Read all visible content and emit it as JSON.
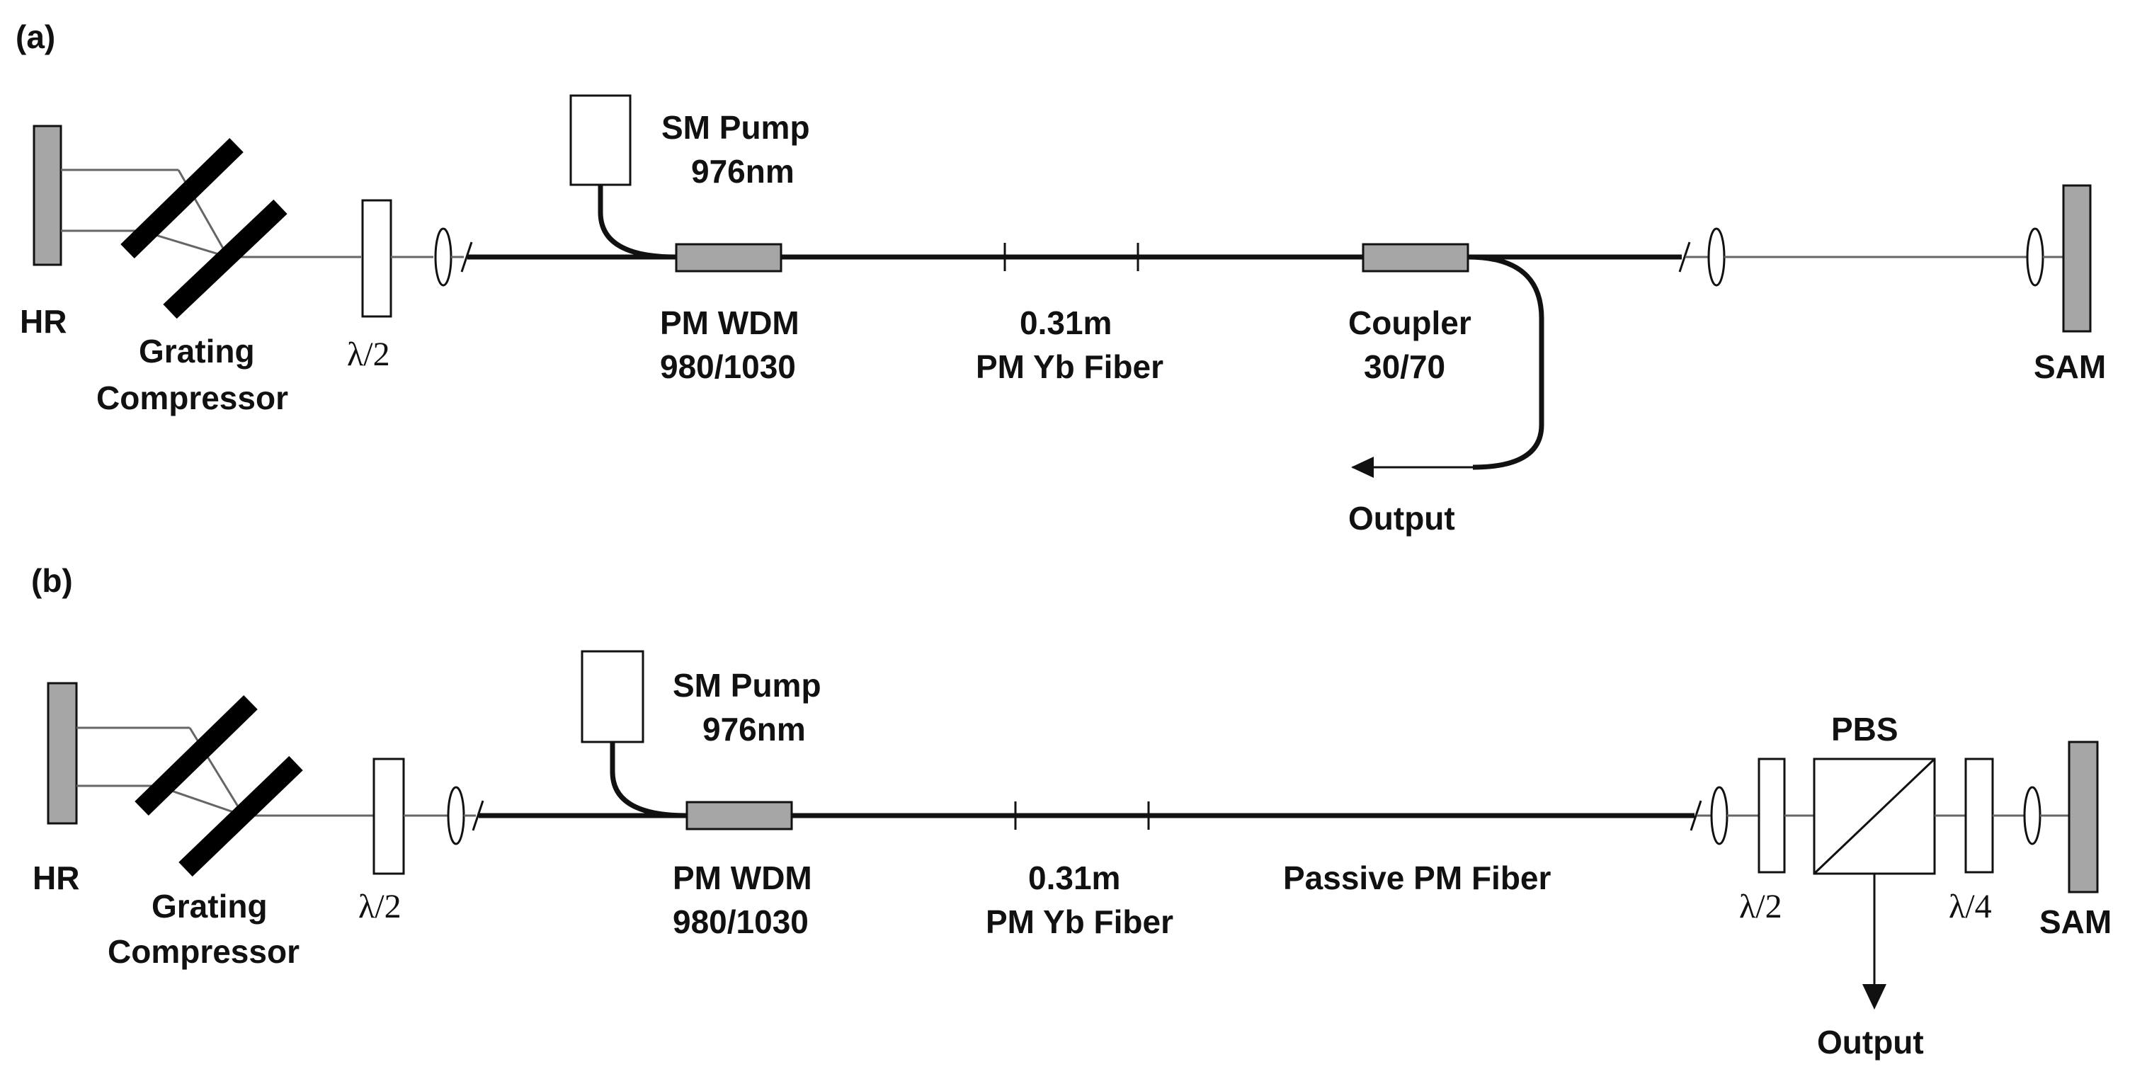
{
  "panel_a": {
    "panel_label": "(a)",
    "hr": "HR",
    "grating_line1": "Grating",
    "grating_line2": "Compressor",
    "half_wave": "λ/2",
    "pump_line1": "SM Pump",
    "pump_line2": "976nm",
    "wdm_line1": "PM WDM",
    "wdm_line2": "980/1030",
    "fiber_line1": "0.31m",
    "fiber_line2": "PM Yb Fiber",
    "coupler_line1": "Coupler",
    "coupler_line2": "30/70",
    "output": "Output",
    "sam": "SAM"
  },
  "panel_b": {
    "panel_label": "(b)",
    "hr": "HR",
    "grating_line1": "Grating",
    "grating_line2": "Compressor",
    "half_wave_left": "λ/2",
    "pump_line1": "SM Pump",
    "pump_line2": "976nm",
    "wdm_line1": "PM WDM",
    "wdm_line2": "980/1030",
    "fiber_line1": "0.31m",
    "fiber_line2": "PM Yb Fiber",
    "passive_fiber": "Passive PM Fiber",
    "pbs": "PBS",
    "half_wave_right": "λ/2",
    "quarter_wave": "λ/4",
    "sam": "SAM",
    "output": "Output"
  }
}
